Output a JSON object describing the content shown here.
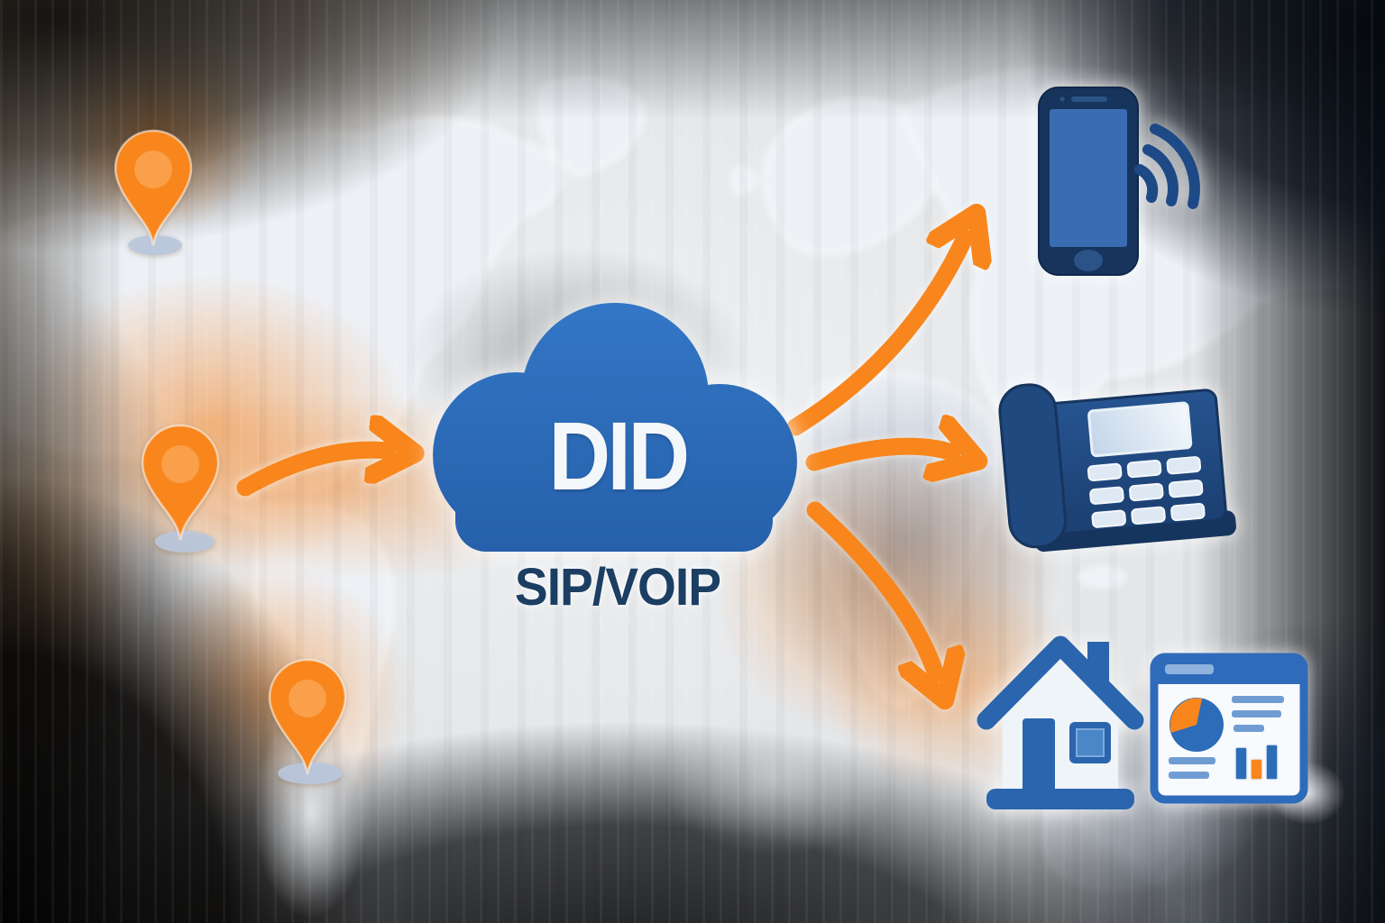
{
  "diagram": {
    "cloud": {
      "label": "DID",
      "sublabel": "SIP/VOIP"
    },
    "source_pin_icon": "location-pin",
    "pin_count": 3,
    "arrow_count": 4,
    "destination_icons": [
      "smartphone",
      "desk-phone",
      "house",
      "analytics-dashboard"
    ]
  },
  "colors": {
    "orange": "#F8861C",
    "orange_light": "#FAA352",
    "cloud_blue": "#2C6AB5",
    "navy": "#16345C",
    "screen_blue": "#3A6CB2",
    "signal_blue": "#1D4A86",
    "icon_blue": "#2A65AE",
    "window_blue": "#4A86C8",
    "panel_light": "#EFF4F9",
    "text_light": "#F4F7FA",
    "text_navy": "#1C3E63",
    "line_blue": "#6F9DD3",
    "dashboard_frame": "#2F6BBB",
    "pie_blue": "#2D6CB8",
    "map_land": "#EDF1F6",
    "map_ocean": "#E4E6E8"
  }
}
